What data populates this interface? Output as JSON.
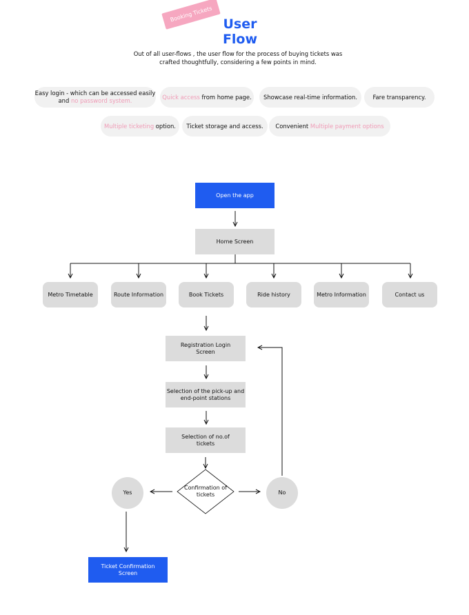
{
  "header": {
    "badge": "Booking Tickets",
    "title": "User Flow",
    "description_line1": "Out of all user-flows , the user flow for the process of buying tickets was",
    "description_line2": "crafted thoughtfully, considering a few points in mind."
  },
  "points": {
    "p1_line1": "Easy login - which can be accessed easily",
    "p1_and": "and ",
    "p1_highlight": "no password system.",
    "p2_highlight": "Quick access",
    "p2_rest": " from home page.",
    "p3": "Showcase real-time information.",
    "p4": "Fare transparency.",
    "p5_highlight": "Multiple ticketing",
    "p5_rest": " option.",
    "p6": "Ticket storage and access.",
    "p7_prefix": "Convenient ",
    "p7_highlight": "Multiple payment options"
  },
  "flow": {
    "open_app": "Open the app",
    "home_screen": "Home Screen",
    "options": [
      "Metro Timetable",
      "Route Information",
      "Book Tickets",
      "Ride history",
      "Metro Information",
      "Contact us"
    ],
    "registration_l1": "Registration Login",
    "registration_l2": "Screen",
    "selection_stations_l1": "Selection of the pick-up and",
    "selection_stations_l2": "end-point stations",
    "selection_tickets_l1": "Selection of no.of",
    "selection_tickets_l2": "tickets",
    "confirmation_l1": "Confirmation of",
    "confirmation_l2": "tickets",
    "yes": "Yes",
    "no": "No",
    "ticket_confirmation_l1": "Ticket Confirmation",
    "ticket_confirmation_l2": "Screen"
  },
  "colors": {
    "accent": "#1f5cf0",
    "highlight": "#f09bb6",
    "box_gray": "#dcdcdc",
    "pill_bg": "#f1f1f1"
  }
}
